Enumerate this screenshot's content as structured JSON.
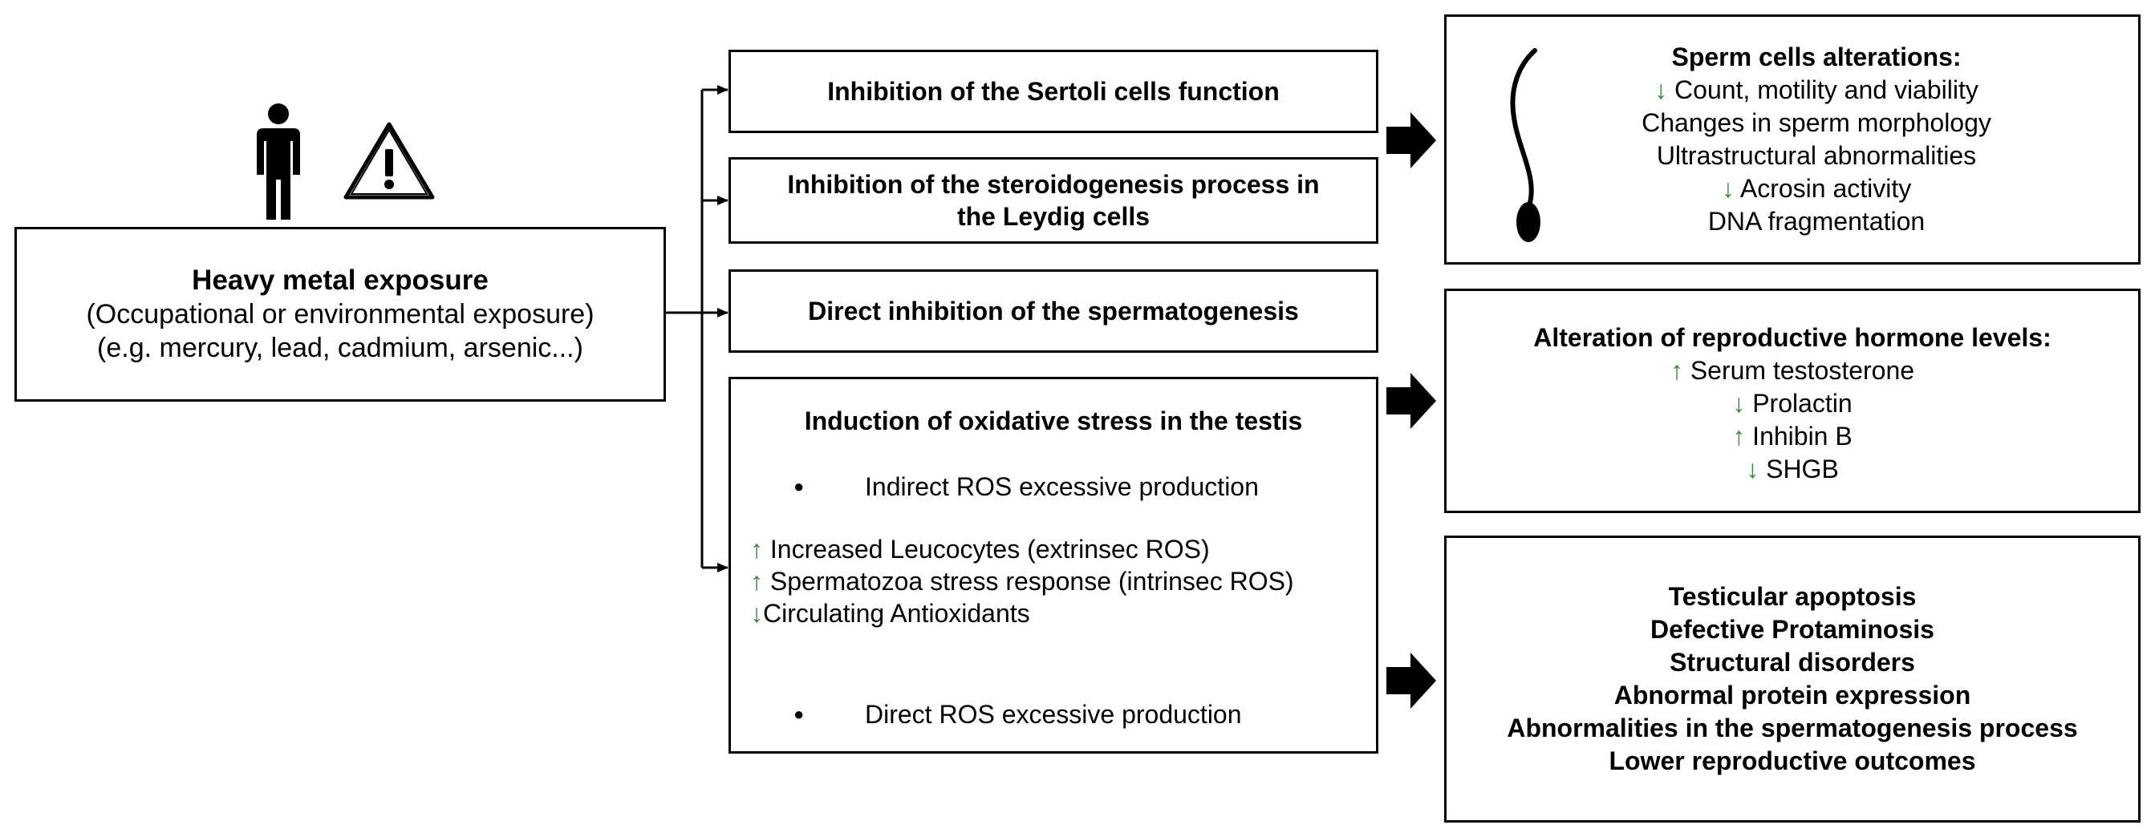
{
  "source": {
    "title": "Heavy metal exposure",
    "line2": "(Occupational or environmental exposure)",
    "line3": "(e.g. mercury, lead, cadmium, arsenic...)"
  },
  "icons": {
    "person": "person-icon",
    "warning": "warning-triangle-icon",
    "sperm": "sperm-cell-icon",
    "block_arrow": "block-arrow-right-icon"
  },
  "mechanisms": [
    {
      "lines": [
        "Inhibition of the Sertoli cells function"
      ]
    },
    {
      "lines": [
        "Inhibition of the steroidogenesis process in",
        "the Leydig cells"
      ]
    },
    {
      "lines": [
        "Direct inhibition of the spermatogenesis"
      ]
    }
  ],
  "oxidative": {
    "title": "Induction of oxidative stress in the testis",
    "bullet1": "Indirect ROS excessive production",
    "items": [
      {
        "symbol": "↑",
        "text": " Increased Leucocytes (extrinsec ROS)"
      },
      {
        "symbol": "↑",
        "text": " Spermatozoa stress response (intrinsec ROS)"
      },
      {
        "symbol": "↓",
        "text": "Circulating Antioxidants"
      }
    ],
    "bullet2": "Direct ROS excessive production",
    "bullet_char": "●"
  },
  "outcomes": {
    "sperm": {
      "title": "Sperm cells alterations:",
      "items": [
        {
          "symbol": "↓",
          "text": " Count, motility and viability"
        },
        {
          "symbol": "",
          "text": "Changes in sperm morphology"
        },
        {
          "symbol": "",
          "text": "Ultrastructural abnormalities"
        },
        {
          "symbol": "↓",
          "text": " Acrosin activity"
        },
        {
          "symbol": "",
          "text": "DNA fragmentation"
        }
      ]
    },
    "hormones": {
      "title": "Alteration of reproductive hormone levels:",
      "items": [
        {
          "symbol": "↑",
          "text": " Serum testosterone"
        },
        {
          "symbol": "↓",
          "text": " Prolactin"
        },
        {
          "symbol": "↑",
          "text": " Inhibin B"
        },
        {
          "symbol": "↓",
          "text": " SHGB"
        }
      ]
    },
    "testicular": {
      "items": [
        "Testicular apoptosis",
        "Defective Protaminosis",
        "Structural disorders",
        "Abnormal protein expression",
        "Abnormalities in the spermatogenesis process",
        "Lower reproductive outcomes"
      ]
    }
  },
  "colors": {
    "arrow_symbol": "#2e8b3a",
    "line": "#000000"
  }
}
